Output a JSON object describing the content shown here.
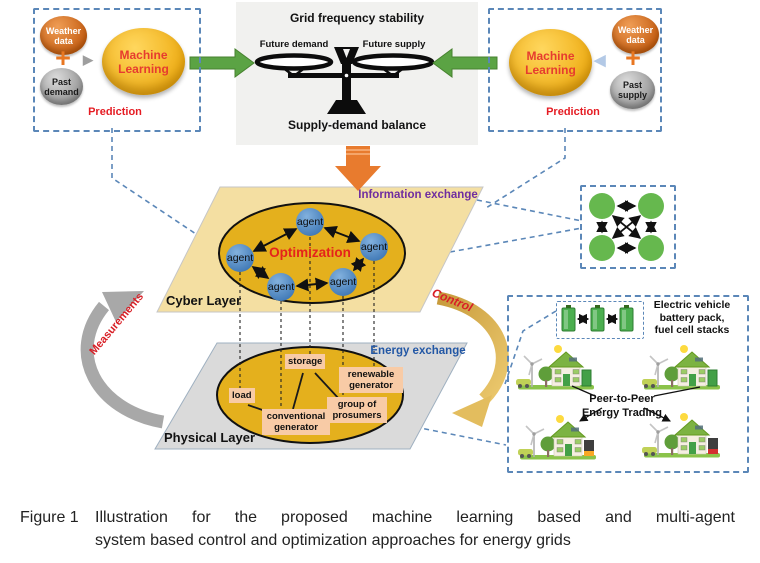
{
  "prediction_left": {
    "input_top": "Weather data",
    "plus": "+",
    "input_bottom": "Past demand",
    "model": "Machine Learning",
    "label": "Prediction"
  },
  "prediction_right": {
    "input_top": "Weather data",
    "plus": "+",
    "input_bottom": "Past supply",
    "model": "Machine Learning",
    "label": "Prediction"
  },
  "balance": {
    "title": "Grid frequency stability",
    "left_pan": "Future demand",
    "right_pan": "Future supply",
    "subtitle": "Supply-demand balance"
  },
  "cyber_layer": {
    "name": "Cyber Layer",
    "exchange_label": "Information exchange",
    "core_label": "Optimization",
    "agent_label": "agent"
  },
  "physical_layer": {
    "name": "Physical Layer",
    "exchange_label": "Energy exchange",
    "components": {
      "load": "load",
      "storage": "storage",
      "renewable": "renewable generator",
      "conventional": "conventional generator",
      "prosumers": "group of prosumers"
    }
  },
  "flows": {
    "measurements": "Measurements",
    "control": "Control"
  },
  "examples": {
    "ev_line1": "Electric vehicle",
    "ev_line2": "battery pack,",
    "ev_line3": "fuel cell stacks",
    "p2p_line1": "Peer-to-Peer",
    "p2p_line2": "Energy Trading"
  },
  "caption": {
    "tag": "Figure 1",
    "line1": "Illustration for the proposed machine learning based and multi-agent",
    "line2": "system based control and optimization approaches for energy grids"
  },
  "colors": {
    "accent_green": "#5ba344",
    "accent_orange": "#e87b2e",
    "dashed_blue": "#5b87b8",
    "cyber_fill": "#f4dfa2",
    "physical_fill": "#dadada",
    "gold_ellipse": "#e4b01d",
    "agent_blue": "#4a7fb5",
    "node_green": "#66b84e",
    "red_label": "#e51c23",
    "purple_label": "#6f2da0",
    "blue_label": "#2257a5"
  }
}
